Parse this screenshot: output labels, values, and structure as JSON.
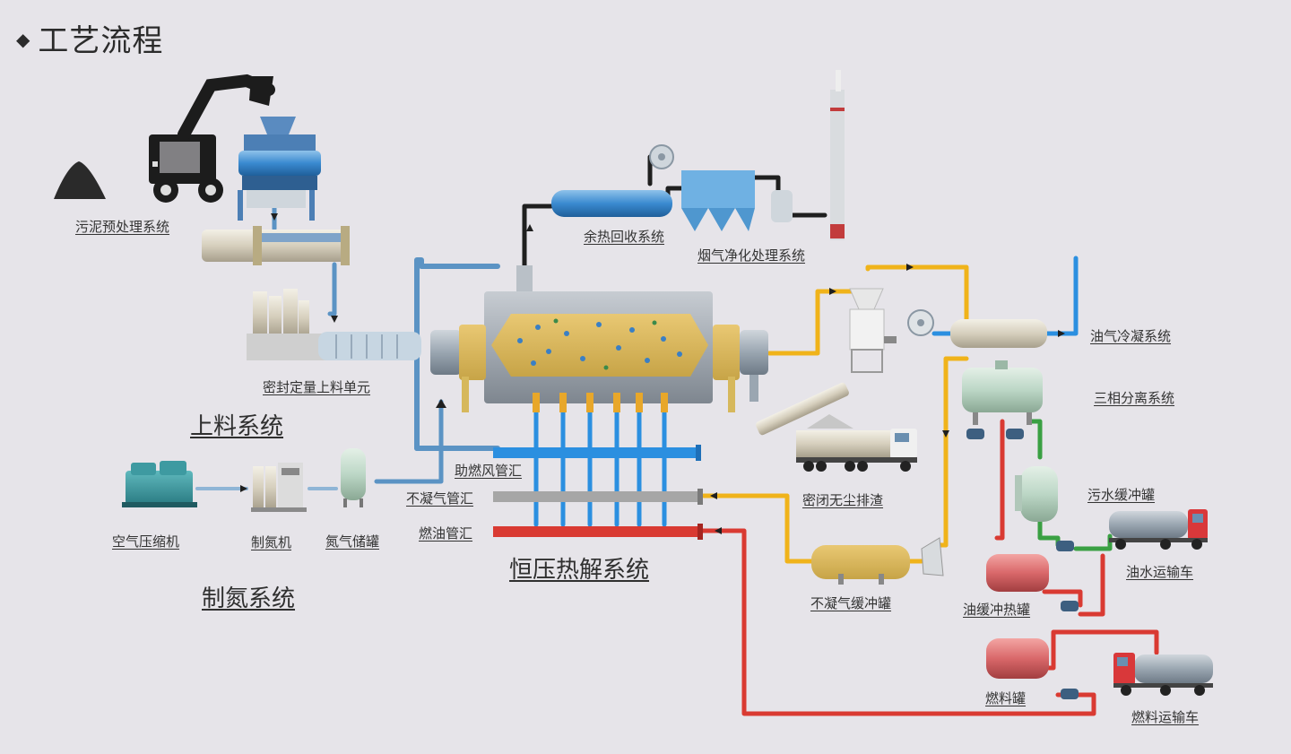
{
  "title": "工艺流程",
  "subsystems": {
    "feeding": "上料系统",
    "nitrogen": "制氮系统",
    "pyrolysis": "恒压热解系统"
  },
  "components": {
    "sludge_pretreat": "污泥预处理系统",
    "sealed_feeder": "密封定量上料单元",
    "waste_heat": "余热回收系统",
    "flue_gas": "烟气净化处理系统",
    "oil_gas_condense": "油气冷凝系统",
    "three_phase": "三相分离系统",
    "sealed_discharge": "密闭无尘排渣",
    "air_manifold": "助燃风管汇",
    "ncg_manifold": "不凝气管汇",
    "fuel_manifold": "燃油管汇",
    "air_compressor": "空气压缩机",
    "n2_generator": "制氮机",
    "n2_tank": "氮气储罐",
    "ncg_buffer": "不凝气缓冲罐",
    "wastewater_buffer": "污水缓冲罐",
    "oil_buffer_heat": "油缓冲热罐",
    "oil_water_truck": "油水运输车",
    "fuel_tank": "燃料罐",
    "fuel_truck": "燃料运输车"
  },
  "colors": {
    "background": "#e6e4e9",
    "pipe_blue": "#2b8fe0",
    "pipe_steel": "#5b93c4",
    "pipe_black": "#1f1f1f",
    "pipe_yellow": "#f0b31a",
    "pipe_red": "#d93a32",
    "pipe_green": "#3aa043",
    "pipe_grey": "#9a9a9a",
    "reactor_fill": "#d6b85c",
    "tank_red": "#d9686a",
    "tank_green": "#bcd7c6"
  }
}
